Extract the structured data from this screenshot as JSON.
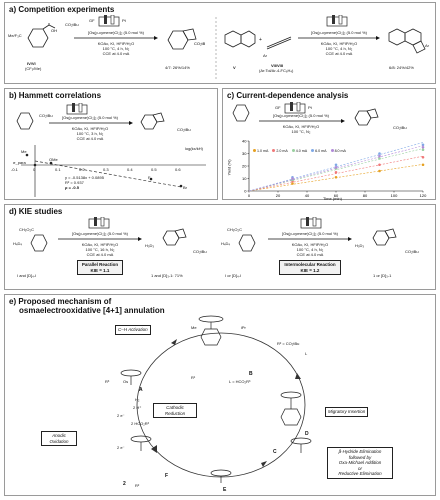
{
  "panel_a": {
    "title": "a) Competition experiments",
    "left": {
      "reactant_label": "IV/VI",
      "reactant_sub": "(CF₃/Me)",
      "substituent": "Me/F₃C",
      "reagent": "CO₂tBu",
      "electrodes": "GF",
      "pt": "Pt",
      "cond1": "[Os(p-cymene)Cl₂]₂ (5.0 mol %)",
      "cond2": "KOAc, KI, HFIP/H₂O",
      "cond3": "100 °C, 4 h, N₂",
      "cond4": "CCE at 4.0 mA",
      "product_label": "4/7: 26%/14%"
    },
    "right": {
      "reactant_label": "V",
      "alkyne_label": "VII/VIII",
      "alkyne_sub": "(Ar:Tol/Ar-4-FC₆H₄)",
      "ar": "Ar",
      "cond1": "[Os(p-cymene)Cl₂]₂ (5.0 mol %)",
      "cond2": "KOAc, KI, HFIP/H₂O",
      "cond3": "100 °C, 4 h, N₂",
      "cond4": "CCE at 4.0 mA",
      "product_label": "6/8: 24%/42%"
    }
  },
  "panel_b": {
    "title": "b) Hammett correlations",
    "cond1": "[Os(p-cymene)Cl₂]₂ (5.0 mol %)",
    "cond2": "KOAc, KI, HFIP/H₂O",
    "cond3": "100 °C, 3 h, N₂",
    "cond4": "CCE at 4.0 mA",
    "reagent": "CO₂tBu",
    "ylabel": "log(kx/kH)",
    "sigma_label": "σ_para",
    "eq1": "y = -0.5138x + 0.0895",
    "eq2": "R² = 0.937",
    "rho": "ρ = -0.5",
    "points": [
      "Me",
      "H",
      "OMe",
      "F",
      "Br"
    ],
    "x_ticks": [
      "-0.1",
      "0",
      "0.1",
      "0.2",
      "0.3",
      "0.4",
      "0.5",
      "0.6"
    ]
  },
  "panel_c": {
    "title": "c) Current-dependence analysis",
    "cond1": "[Os(p-cymene)Cl₂]₂ (5.0 mol %)",
    "cond2": "KOAc, KI, HFIP/H₂O",
    "cond3": "100 °C, N₂",
    "reagent": "CO₂tBu",
    "electrodes": "GF",
    "pt": "Pt",
    "chart_data": {
      "type": "scatter",
      "xlabel": "Time (min)",
      "ylabel": "Yield (%)",
      "xlim": [
        0,
        120
      ],
      "ylim": [
        0,
        40
      ],
      "x_ticks": [
        0,
        20,
        40,
        60,
        80,
        100,
        120
      ],
      "y_ticks": [
        0,
        10,
        20,
        30,
        40
      ],
      "x": [
        30,
        60,
        90,
        120
      ],
      "series": [
        {
          "name": "1.0 mA",
          "color": "#e6a020",
          "values": [
            6,
            11,
            16,
            21
          ]
        },
        {
          "name": "2.0 mA",
          "color": "#f07878",
          "values": [
            8,
            15,
            21,
            27
          ]
        },
        {
          "name": "4.0 mA",
          "color": "#9ad0a0",
          "values": [
            9,
            18,
            26,
            33
          ]
        },
        {
          "name": "6.0 mA",
          "color": "#7fa8e6",
          "values": [
            11,
            21,
            30,
            37
          ]
        },
        {
          "name": "8.0 mA",
          "color": "#b08ad8",
          "values": [
            10,
            19,
            28,
            35
          ]
        }
      ]
    }
  },
  "panel_d": {
    "title": "d) KIE studies",
    "left": {
      "sm1": "CH₃O₂C",
      "sm2": "H₄D₄",
      "sm_label": "I and [D]₄-I",
      "cond1": "[Os(p-cymene)Cl₂]₂ (5.0 mol %)",
      "cond2": "KOAc, KI, HFIP/H₂O",
      "cond3": "100 °C, 16 h, N₂",
      "cond4": "CCE at 4.0 mA",
      "reaction_type": "Parallel Reaction",
      "kie": "KIE = 1.1",
      "product_label": "1 and [D]₃-1: 71%",
      "product_sub": "H₃D₃",
      "reagent": "CO₂tBu"
    },
    "right": {
      "sm1": "CH₃O₂C",
      "sm2": "H₄D₄",
      "sm_label": "I or [D]₄-I",
      "cond1": "[Os(p-cymene)Cl₂]₂ (5.0 mol %)",
      "cond2": "KOAc, KI, HFIP/H₂O",
      "cond3": "100 °C, 4 h, N₂",
      "cond4": "CCE at 4.0 mA",
      "reaction_type": "Intermolecular Reaction",
      "kie": "KIE = 1.2",
      "product_label": "1 or [D]₃-1",
      "product_sub": "H₃D₃",
      "reagent": "CO₂tBu"
    }
  },
  "panel_e": {
    "title_line1": "e) Proposed mechanism of",
    "title_line2": "osmaelectrooxidative [4+1] annulation",
    "ch_activation": "C–H Activation",
    "cathodic_reduction": "Cathodic Reduction",
    "anodic_oxidation": "Anodic Oxidation",
    "migratory_insertion": "Migratory Insertion",
    "beta_hydride_1": "β-Hydride Elimination",
    "beta_hydride_2": "followed by",
    "beta_hydride_3": "Oxa-Michael Addition",
    "beta_hydride_4": "or",
    "beta_hydride_5": "Reductive Elimination",
    "labels": {
      "A": "A",
      "B": "B",
      "C": "C",
      "D": "D",
      "E": "E",
      "F": "F"
    },
    "r2_co2tbu": "R² = CO₂tBu",
    "l_eq": "L = HCO₂R³",
    "l": "L",
    "h2": "H₂",
    "two_h_plus": "2 H⁺",
    "two_hco2r3": "2 HCO₂R³",
    "two_e_top": "2 e⁻",
    "two_e_bottom": "2 e⁻",
    "product": "2",
    "r2": "R²",
    "r3": "R³",
    "r1": "R¹",
    "me": "Me",
    "ipr": "iPr",
    "os": "Os"
  }
}
